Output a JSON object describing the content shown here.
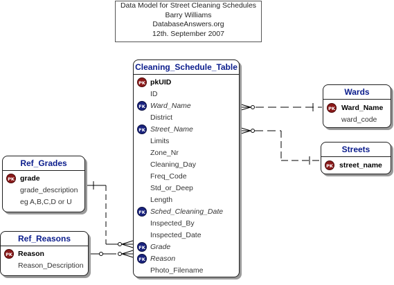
{
  "header": {
    "line1": "Data Model for Street Cleaning Schedules",
    "line2": "Barry Williams",
    "line3": "DatabaseAnswers.org",
    "line4": "12th. September 2007"
  },
  "badges": {
    "pk": "PK",
    "fk": "FK"
  },
  "colors": {
    "title": "#0a1c8c",
    "pk_badge": "#8b1a1a",
    "fk_badge": "#1a237e"
  },
  "entities": {
    "cleaning": {
      "name": "Cleaning_Schedule_Table",
      "attrs": [
        "pkUID",
        "ID",
        "Ward_Name",
        "District",
        "Street_Name",
        "Limits",
        "Zone_Nr",
        "Cleaning_Day",
        "Freq_Code",
        "Std_or_Deep",
        "Length",
        "Sched_Cleaning_Date",
        "Inspected_By",
        "Inspected_Date",
        "Grade",
        "Reason",
        "Photo_Filename"
      ]
    },
    "wards": {
      "name": "Wards",
      "attrs": [
        "Ward_Name",
        "ward_code"
      ]
    },
    "streets": {
      "name": "Streets",
      "attrs": [
        "street_name"
      ]
    },
    "grades": {
      "name": "Ref_Grades",
      "attrs": [
        "grade",
        "grade_description",
        "eg A,B,C,D or U"
      ]
    },
    "reasons": {
      "name": "Ref_Reasons",
      "attrs": [
        "Reason",
        "Reason_Description"
      ]
    }
  }
}
